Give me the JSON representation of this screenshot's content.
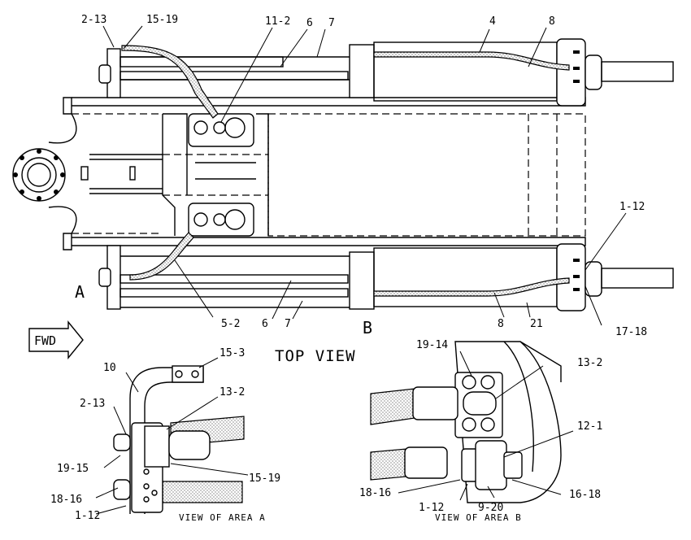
{
  "view_title": "TOP VIEW",
  "fwd_label": "FWD",
  "view_a": {
    "letter": "A",
    "caption": "VIEW OF AREA A"
  },
  "view_b": {
    "letter": "B",
    "caption": "VIEW OF AREA B"
  },
  "callouts_top": {
    "c2_13": "2-13",
    "c15_19": "15-19",
    "c11_2": "11-2",
    "c6": "6",
    "c7": "7",
    "c4": "4",
    "c8": "8",
    "c1_12": "1-12",
    "c5_2": "5-2",
    "c6b": "6",
    "c7b": "7",
    "c8b": "8",
    "c21": "21",
    "c17_18": "17-18"
  },
  "callouts_a": {
    "c10": "10",
    "c15_3": "15-3",
    "c2_13": "2-13",
    "c13_2": "13-2",
    "c19_15": "19-15",
    "c15_19": "15-19",
    "c18_16": "18-16",
    "c1_12": "1-12"
  },
  "callouts_b": {
    "c19_14": "19-14",
    "c13_2": "13-2",
    "c12_1": "12-1",
    "c18_16": "18-16",
    "c1_12": "1-12",
    "c9_20": "9-20",
    "c16_18": "16-18"
  }
}
